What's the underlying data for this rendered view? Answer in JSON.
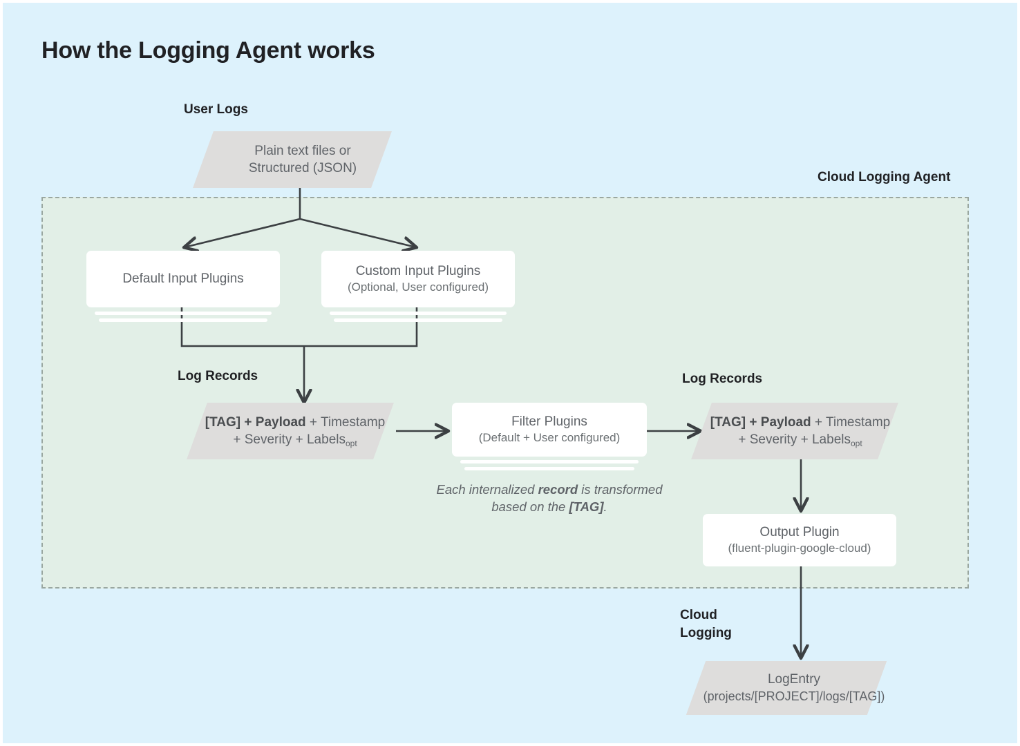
{
  "title": "How the Logging Agent works",
  "labels": {
    "user_logs": "User Logs",
    "cloud_logging_agent": "Cloud Logging Agent",
    "log_records_left": "Log Records",
    "log_records_right": "Log Records",
    "cloud_logging": "Cloud\nLogging"
  },
  "nodes": {
    "user_source": {
      "shape": "parallelogram",
      "line1": "Plain text files or",
      "line2": "Structured (JSON)"
    },
    "default_input": {
      "shape": "card-stack",
      "title": "Default Input Plugins",
      "subtitle": ""
    },
    "custom_input": {
      "shape": "card-stack",
      "title": "Custom Input Plugins",
      "subtitle": "(Optional, User configured)"
    },
    "record_left": {
      "shape": "parallelogram",
      "line1_a": "[TAG]",
      "line1_b": " + ",
      "line1_c": "Payload",
      "line1_d": " + Timestamp",
      "line2_a": "+ Severity + Labels",
      "line2_sub": "opt"
    },
    "filter_plugins": {
      "shape": "card-stack",
      "title": "Filter Plugins",
      "subtitle": "(Default + User configured)"
    },
    "record_right": {
      "shape": "parallelogram",
      "line1_a": "[TAG]",
      "line1_b": " + ",
      "line1_c": "Payload",
      "line1_d": " + Timestamp",
      "line2_a": "+ Severity + Labels",
      "line2_sub": "opt"
    },
    "output_plugin": {
      "shape": "card",
      "title": "Output Plugin",
      "subtitle": "(fluent-plugin-google-cloud)"
    },
    "log_entry": {
      "shape": "parallelogram",
      "title": "LogEntry",
      "subtitle": "(projects/[PROJECT]/logs/[TAG])"
    }
  },
  "caption": {
    "part1": "Each internalized ",
    "bold1": "record",
    "part2": " is transformed based on the ",
    "bold2": "[TAG]",
    "part3": "."
  },
  "colors": {
    "page_background": "#ddf2fc",
    "agent_background": "#e2efe7",
    "agent_border": "#9aa7a0",
    "parallelogram_fill": "#dedddc",
    "card_fill": "#ffffff",
    "title_text": "#202124",
    "body_text": "#5f6368",
    "connector": "#3c4043"
  }
}
